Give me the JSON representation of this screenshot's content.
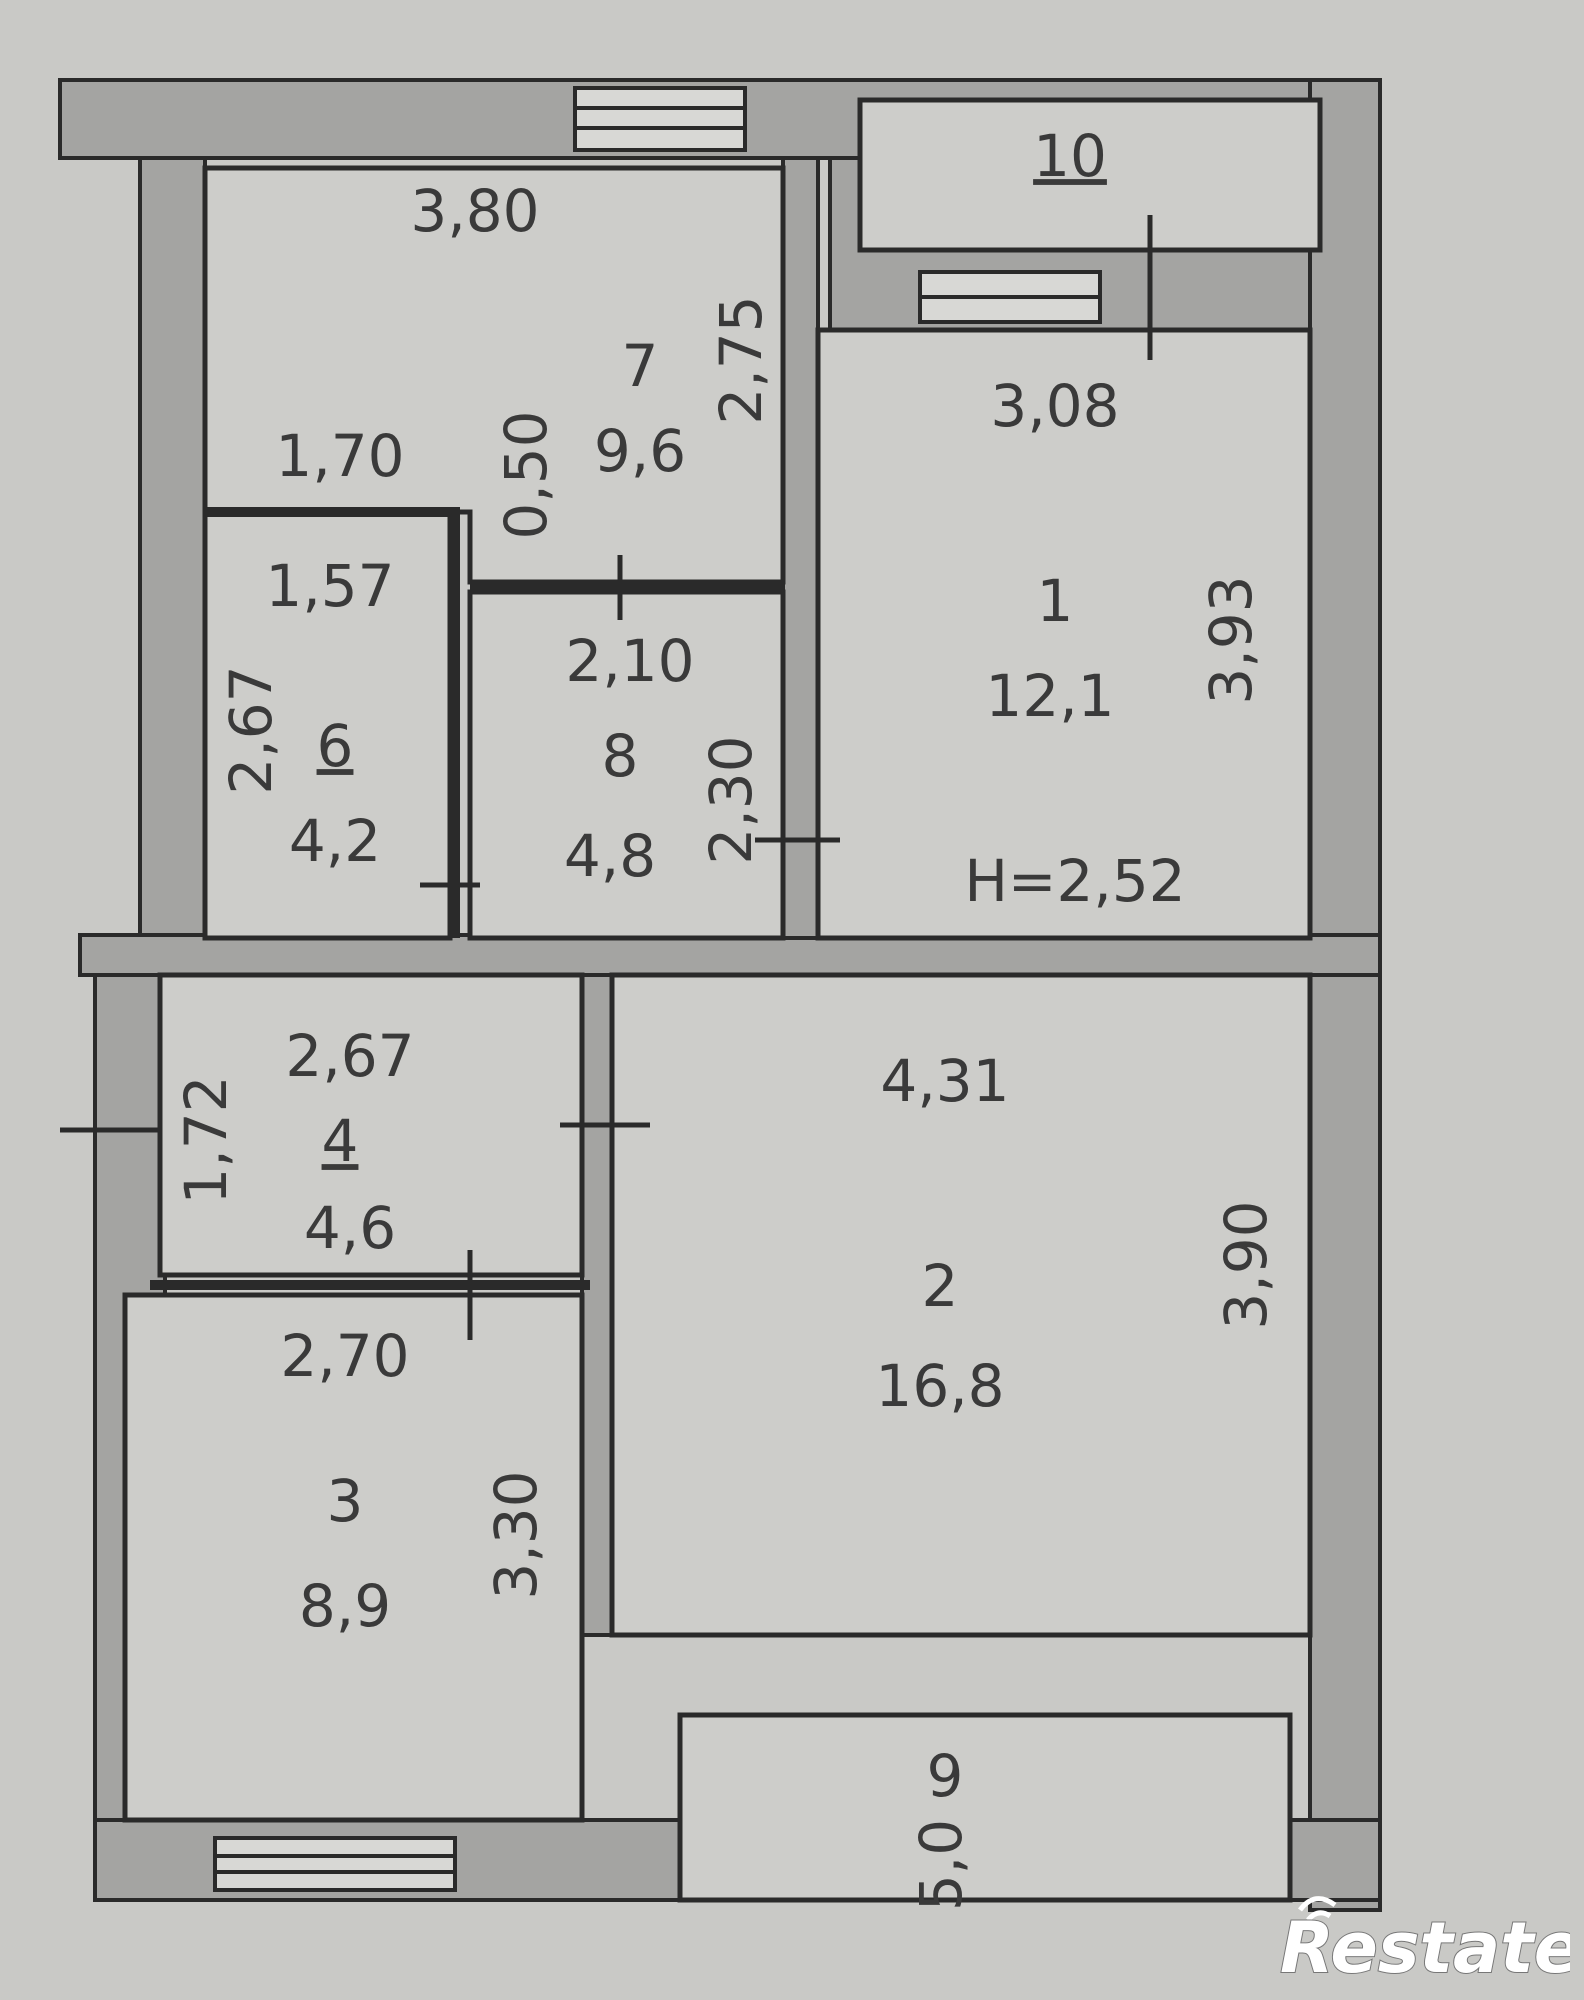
{
  "plan": {
    "ceiling_height": "H=2,52",
    "rooms": [
      {
        "id": "r7",
        "number": "7",
        "area": "9,6",
        "dims": [
          "3,80",
          "2,75",
          "1,70",
          "0,50"
        ]
      },
      {
        "id": "r10",
        "number": "10",
        "area": "",
        "dims": []
      },
      {
        "id": "r1",
        "number": "1",
        "area": "12,1",
        "dims": [
          "3,08",
          "3,93"
        ]
      },
      {
        "id": "r6",
        "number": "6",
        "area": "4,2",
        "dims": [
          "1,57",
          "2,67"
        ]
      },
      {
        "id": "r8",
        "number": "8",
        "area": "4,8",
        "dims": [
          "2,10",
          "2,30"
        ]
      },
      {
        "id": "r4",
        "number": "4",
        "area": "4,6",
        "dims": [
          "2,67",
          "1,72"
        ]
      },
      {
        "id": "r2",
        "number": "2",
        "area": "16,8",
        "dims": [
          "4,31",
          "3,90"
        ]
      },
      {
        "id": "r3",
        "number": "3",
        "area": "8,9",
        "dims": [
          "2,70",
          "3,30"
        ]
      },
      {
        "id": "r9",
        "number": "9",
        "area": "5,0",
        "dims": []
      }
    ]
  },
  "watermark": {
    "brand": "Restate",
    "colors": {
      "text": "#ffffff",
      "outline": "#777777"
    }
  },
  "colors": {
    "paper": "#c9c9c6",
    "wall": "#a4a4a2",
    "wall_outline": "#2a2a2a",
    "room": "#cdcdca",
    "text": "#3a3a3a"
  }
}
